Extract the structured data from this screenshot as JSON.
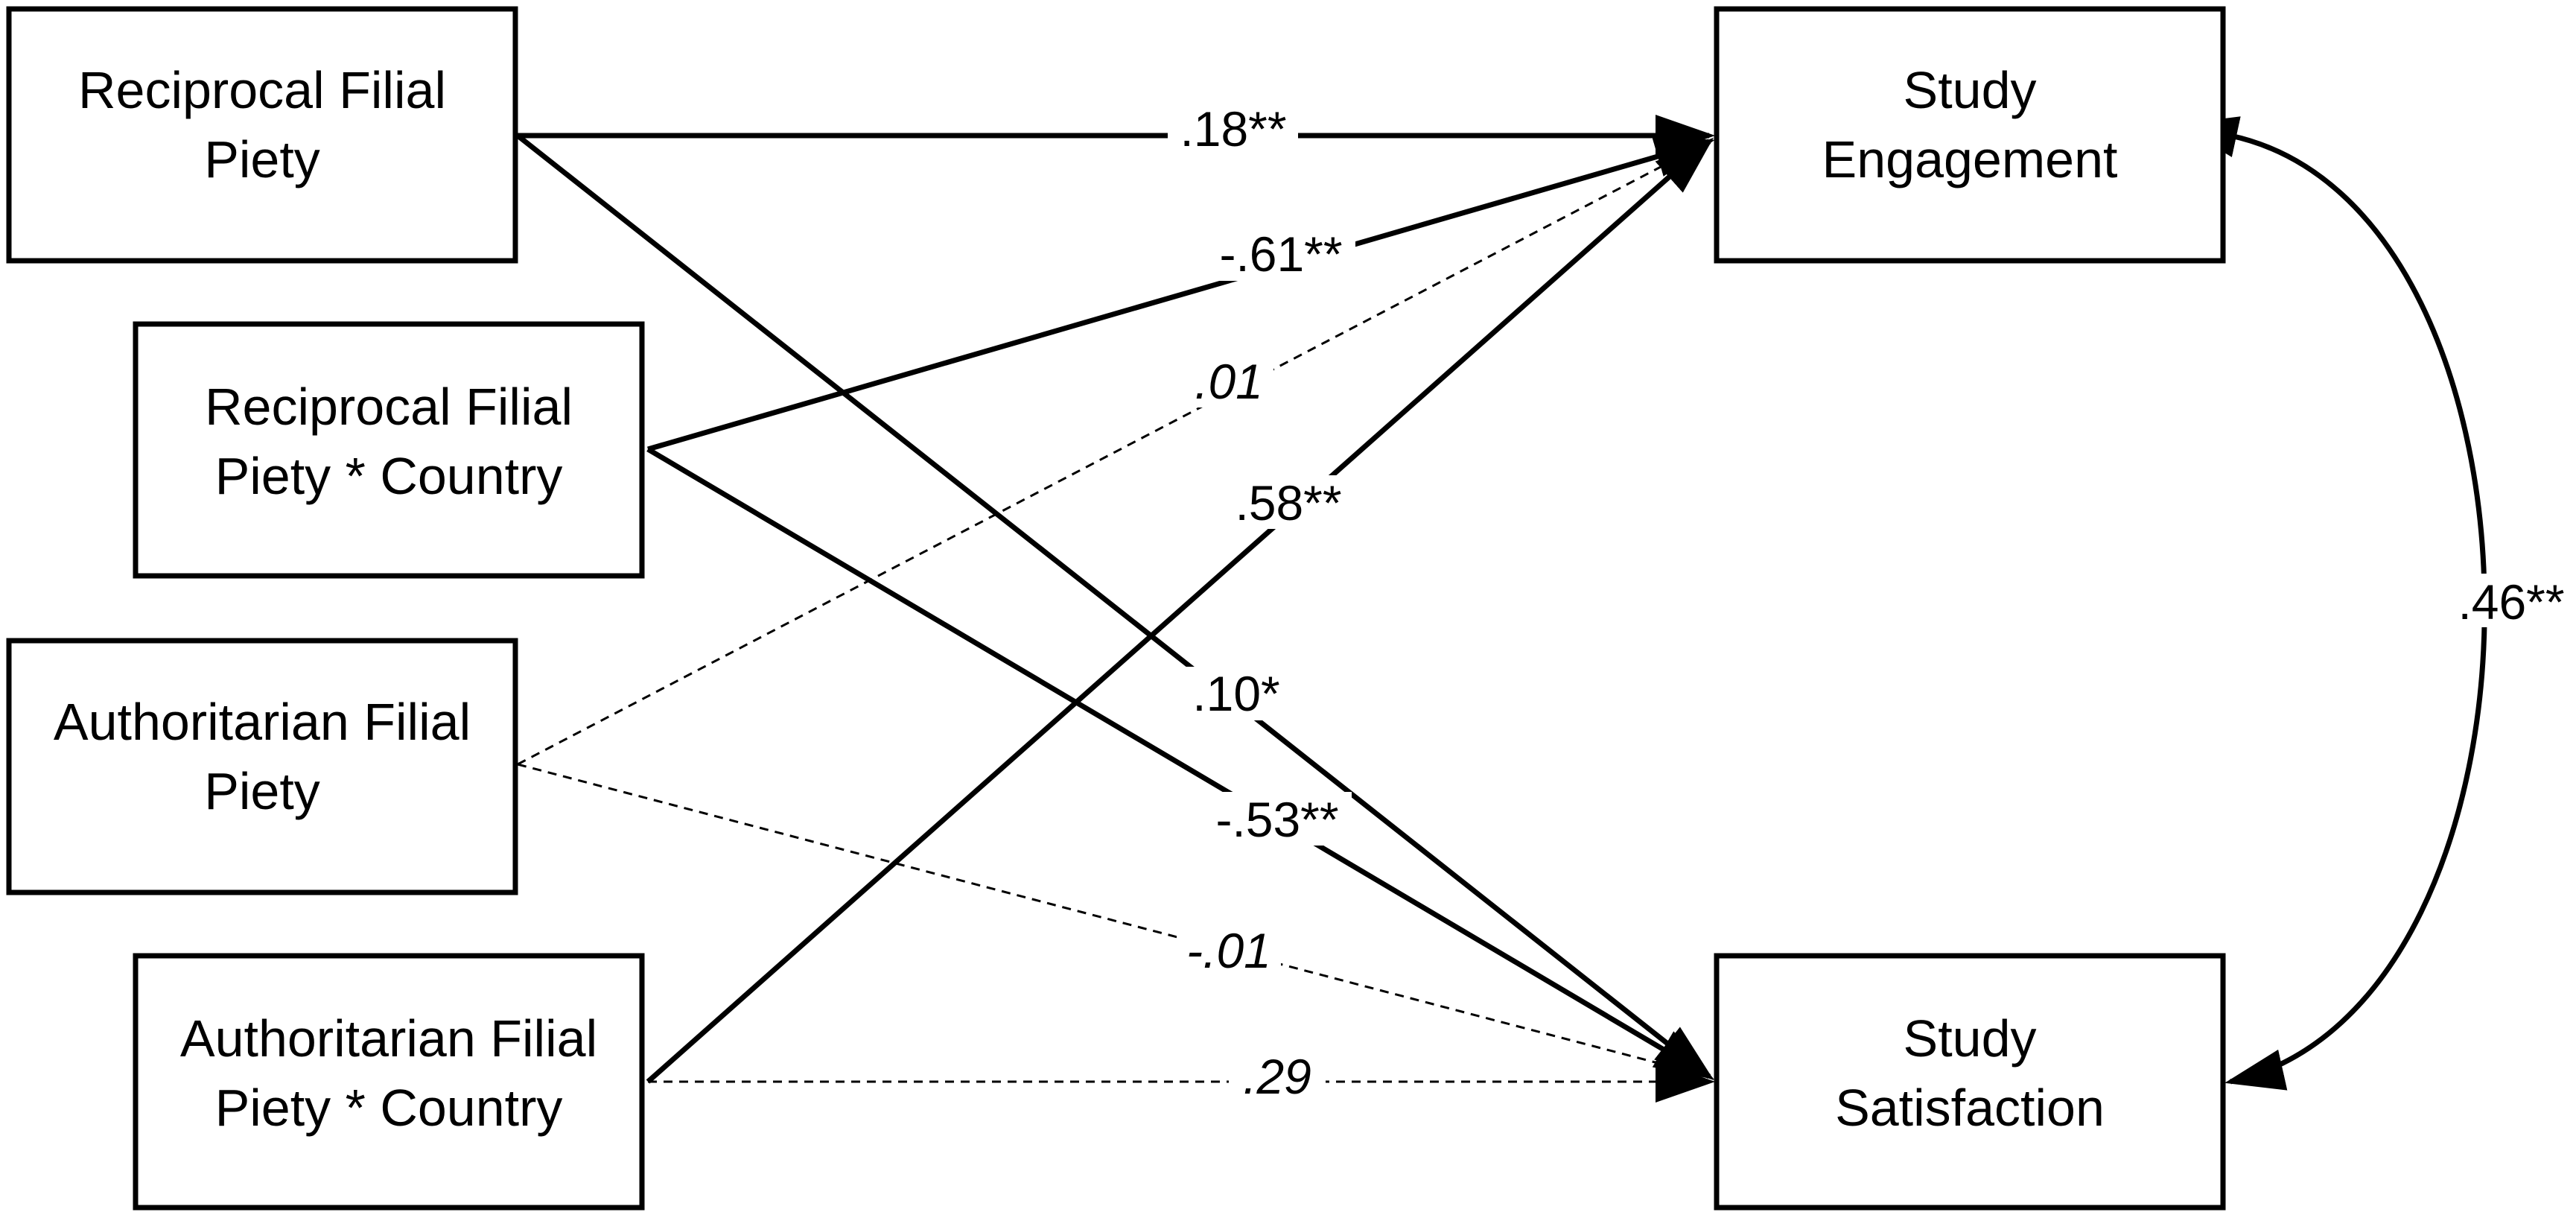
{
  "nodes": {
    "reciprocal_fp": {
      "lines": [
        "Reciprocal Filial",
        "Piety"
      ]
    },
    "reciprocal_fp_country": {
      "lines": [
        "Reciprocal Filial",
        "Piety * Country"
      ]
    },
    "authoritarian_fp": {
      "lines": [
        "Authoritarian Filial",
        "Piety"
      ]
    },
    "authoritarian_fp_country": {
      "lines": [
        "Authoritarian Filial",
        "Piety * Country"
      ]
    },
    "study_engagement": {
      "lines": [
        "Study",
        "Engagement"
      ]
    },
    "study_satisfaction": {
      "lines": [
        "Study",
        "Satisfaction"
      ]
    }
  },
  "paths": [
    {
      "id": "rfp-eng",
      "from": "reciprocal_fp",
      "to": "study_engagement",
      "coefficient": ".18**",
      "significant": true
    },
    {
      "id": "rfpc-eng",
      "from": "reciprocal_fp_country",
      "to": "study_engagement",
      "coefficient": "-.61**",
      "significant": true
    },
    {
      "id": "afp-eng",
      "from": "authoritarian_fp",
      "to": "study_engagement",
      "coefficient": ".01",
      "significant": false
    },
    {
      "id": "afpc-eng",
      "from": "authoritarian_fp_country",
      "to": "study_engagement",
      "coefficient": ".58**",
      "significant": true
    },
    {
      "id": "rfp-sat",
      "from": "reciprocal_fp",
      "to": "study_satisfaction",
      "coefficient": ".10*",
      "significant": true
    },
    {
      "id": "rfpc-sat",
      "from": "reciprocal_fp_country",
      "to": "study_satisfaction",
      "coefficient": "-.53**",
      "significant": true
    },
    {
      "id": "afp-sat",
      "from": "authoritarian_fp",
      "to": "study_satisfaction",
      "coefficient": "-.01",
      "significant": false
    },
    {
      "id": "afpc-sat",
      "from": "authoritarian_fp_country",
      "to": "study_satisfaction",
      "coefficient": ".29",
      "significant": false
    }
  ],
  "covariance": {
    "between": [
      "study_engagement",
      "study_satisfaction"
    ],
    "coefficient": ".46**"
  }
}
